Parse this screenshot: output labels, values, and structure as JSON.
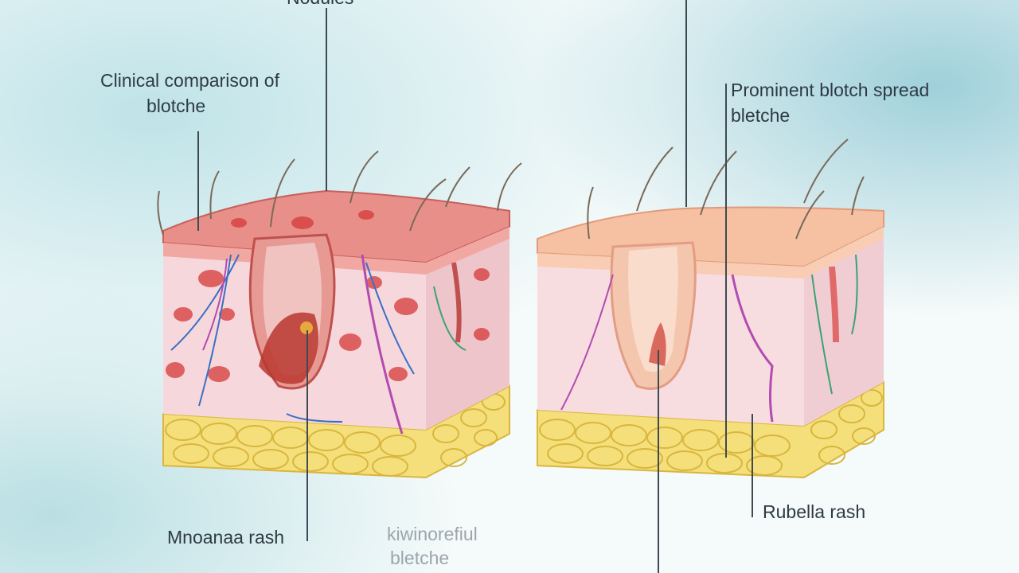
{
  "colors": {
    "bg_teal": "#cfe9ee",
    "bg_white": "#f7fbfb",
    "skin_top_inflamed": "#e07a78",
    "skin_top_normal": "#f3b59a",
    "dermis": "#f6d8dc",
    "fat": "#f4df7a",
    "fat_outline": "#d9b63e",
    "vessel_blue": "#3b6fc4",
    "vessel_purple": "#b34bb0",
    "blotch_red": "#d63a3a",
    "leader_line": "#3e4a52"
  },
  "labels": {
    "top_cut": "Nodules",
    "left_top_line1": "Clinical comparison of",
    "left_top_line2": "blotche",
    "right_top_line1": "Prominent blotch spread",
    "right_top_line2": "bletche",
    "bottom_left": "Mnoanaa rash",
    "bottom_center_line1": "kiwinorefiul",
    "bottom_center_line2": "bletche",
    "bottom_right": "Rubella rash"
  },
  "icons": {
    "hair": "hair-strand-icon",
    "follicle": "hair-follicle-icon"
  }
}
